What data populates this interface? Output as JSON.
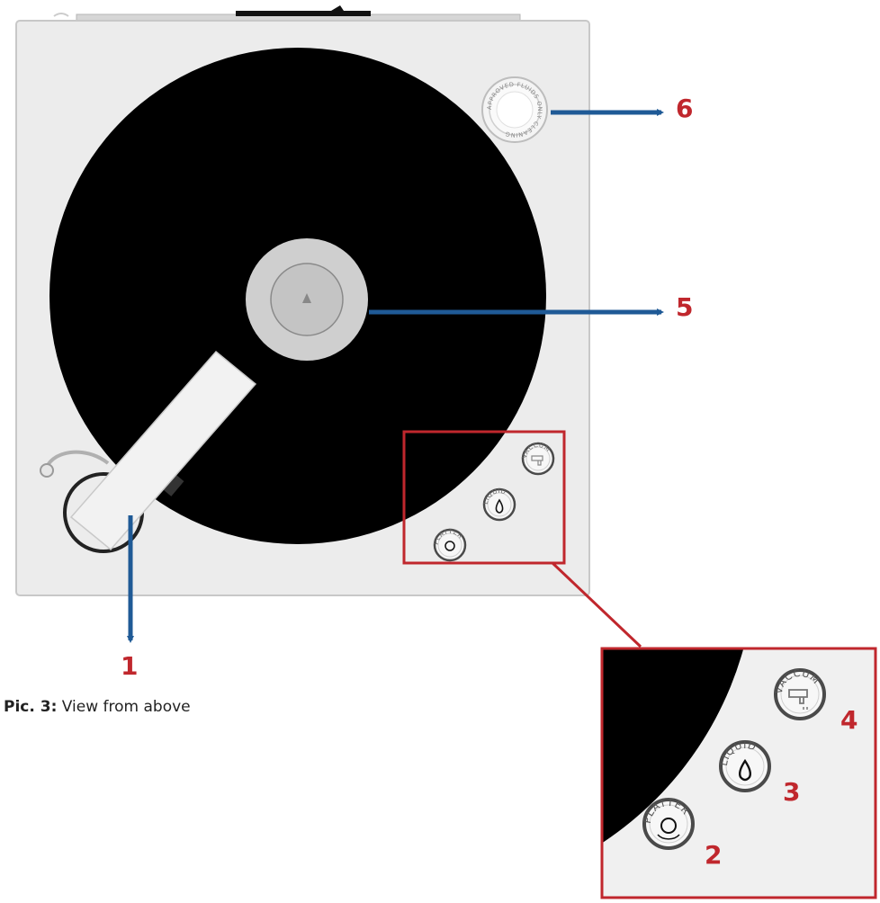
{
  "colors": {
    "arrow": "#1f5a96",
    "callout_number": "#c0272d",
    "highlight_box": "#c0272d",
    "platter": "#000000",
    "housing": "#ececec"
  },
  "callouts": [
    {
      "number": "1",
      "target": "arm"
    },
    {
      "number": "2",
      "target": "platter-button"
    },
    {
      "number": "3",
      "target": "liquid-button"
    },
    {
      "number": "4",
      "target": "vacuum-button"
    },
    {
      "number": "5",
      "target": "center-spindle"
    },
    {
      "number": "6",
      "target": "fluid-cap"
    }
  ],
  "buttons": {
    "vacuum": "VACCUM",
    "liquid": "LIQUID",
    "platter": "PLATTER"
  },
  "seal_text": "APPROVED FLUIDS ONLY CLEANING",
  "caption": {
    "label": "Pic. 3:",
    "text": "View from above"
  }
}
